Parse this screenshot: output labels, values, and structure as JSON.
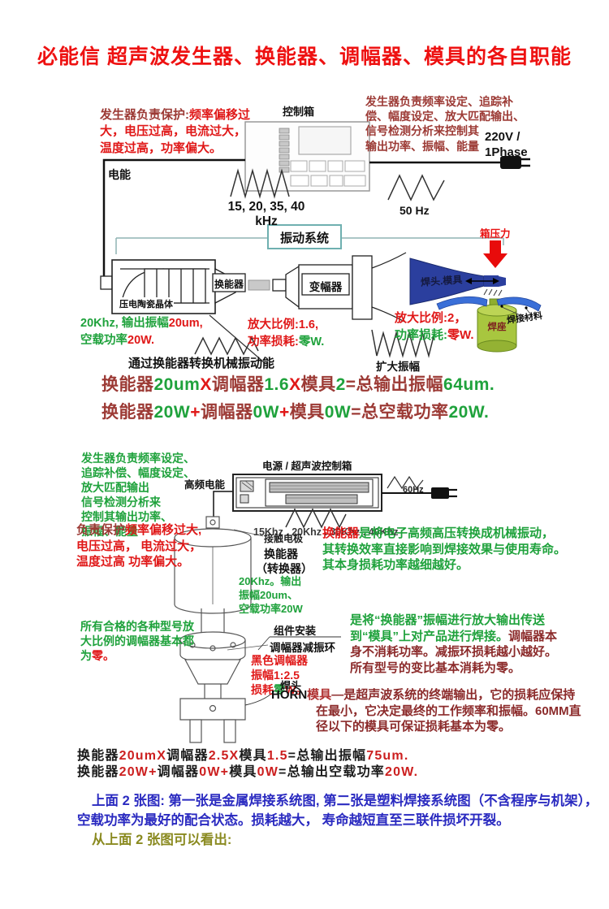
{
  "title": "必能信 超声波发生器、换能器、调幅器、模具的各自职能",
  "colors": {
    "title_red": "#ee1111",
    "maroon": "#9c3a35",
    "red": "#e01818",
    "green": "#1fa23c",
    "blue": "#2a2ac0",
    "olive": "#8a8a20",
    "horn_blue": "#2b3f9e",
    "seat_green": "#a8c63f"
  },
  "s1": {
    "protect": {
      "label": "发生器负责保护:",
      "text": "频率偏移过大，电压过高，电流过大，温度过高，功率偏大。"
    },
    "control_box": "控制箱",
    "gen_info": "发生器负责频率设定、追踪补\n偿、幅度设定、放大匹配输出、\n信号检测分析来控制其\n输出功率、振幅、能量",
    "power": "220V /\n1Phase",
    "electric": "电能",
    "freqs": "15, 20, 35, 40",
    "khz": "kHz",
    "hz": "50 Hz",
    "vibration": "振动系统",
    "pressure": "箱压力",
    "transducer": "换能器",
    "piezo": "压电陶瓷晶体",
    "booster": "变幅器",
    "spec": {
      "a": "20Khz, 输出振幅",
      "b": "20um,",
      "c": "空载功率",
      "d": "20W."
    },
    "ratio1": {
      "a": "放大比例:1.6,",
      "b": "功率损耗:",
      "c": "零W."
    },
    "convert": "通过换能器转换机械振动能",
    "expand": "扩大振幅",
    "horn": "焊头.模具",
    "ratio2": {
      "a": "放大比例:2，",
      "b": "功率损耗:",
      "c": "零W."
    },
    "seat": "焊座",
    "material": "焊接材料",
    "f1": [
      "换能器",
      "20um",
      "X",
      "调幅器",
      "1.6",
      "X",
      "模具",
      "2",
      "=总输出振幅",
      "64um."
    ],
    "f2": [
      "换能器",
      "20W",
      "+",
      "调幅器",
      "0W",
      "+",
      "模具",
      "0W",
      "=总空载功率",
      "20W."
    ]
  },
  "s2": {
    "gen_info": "发生器负责频率设定、\n追踪补偿、幅度设定、\n放大匹配输出\n信号检测分析来\n控制其输出功率、\n振幅、能量",
    "hf_power": "高频电能",
    "protect": {
      "label": "负责保护",
      "text": "频率偏移过大, 电压过高， 电流过大， 温度过高 功率偏大。"
    },
    "box_title": "电源 / 超声波控制箱",
    "hz": "60Hz",
    "freqs": "15Khz . 20Khz . 30Khz . 40Khz",
    "electrode": "接触电极",
    "transducer": "换能器",
    "converter": "（转换器）",
    "spec": "20Khz。输出\n振幅20um、\n空载功率20W",
    "assembly": "组件安装",
    "damper": "调幅器减振环",
    "booster_spec": {
      "a": "黑色调幅器",
      "b": "振幅1:2.5",
      "c": "损耗",
      "d": "零",
      "e": "W。"
    },
    "trans_desc": {
      "label": "换能器",
      "text": "是将电子高频高压转换成机械振动， 其转换效率直接影响到焊接效果与使用寿命。其本身损耗功率越细越好。"
    },
    "booster_desc": {
      "green": "是将“换能器”振幅进行放大输出传送到“模具”上对产品进行焊接。",
      "red": "调幅器本身不消耗功率。减振环损耗越小越好。所有型号的变比基本消耗为零。"
    },
    "all_models": {
      "green": "所有合格的各种型号放大比例的调幅器基本都为",
      "red": "零。"
    },
    "horn_label": "焊头",
    "horn_desc": {
      "en": "HORN",
      "mold": "模具",
      "text": "—是超声波系统的终端输出，它的损耗应保持在最小，它决定最终的工作频率和振幅。60MM直径以下的模具可保证损耗基本为零。"
    },
    "f1": [
      "换能器",
      "20um",
      "X",
      "调幅器",
      "2.5",
      "X",
      "模具",
      "1.5",
      "=总输出振幅",
      "75um."
    ],
    "f2": [
      "换能器",
      "20W",
      "+",
      "调幅器",
      "0W",
      "+",
      "模具",
      "0W",
      "=总输出空载功率",
      "20W."
    ]
  },
  "footer": {
    "line1": "上面 2 张图: 第一张是金属焊接系统图, 第二张是塑料焊接系统图（不含程序与机架），",
    "line2": "空载功率为最好的配合状态。损耗越大， 寿命越短直至三联件损坏开裂。",
    "line3": "从上面 2 张图可以看出:"
  }
}
